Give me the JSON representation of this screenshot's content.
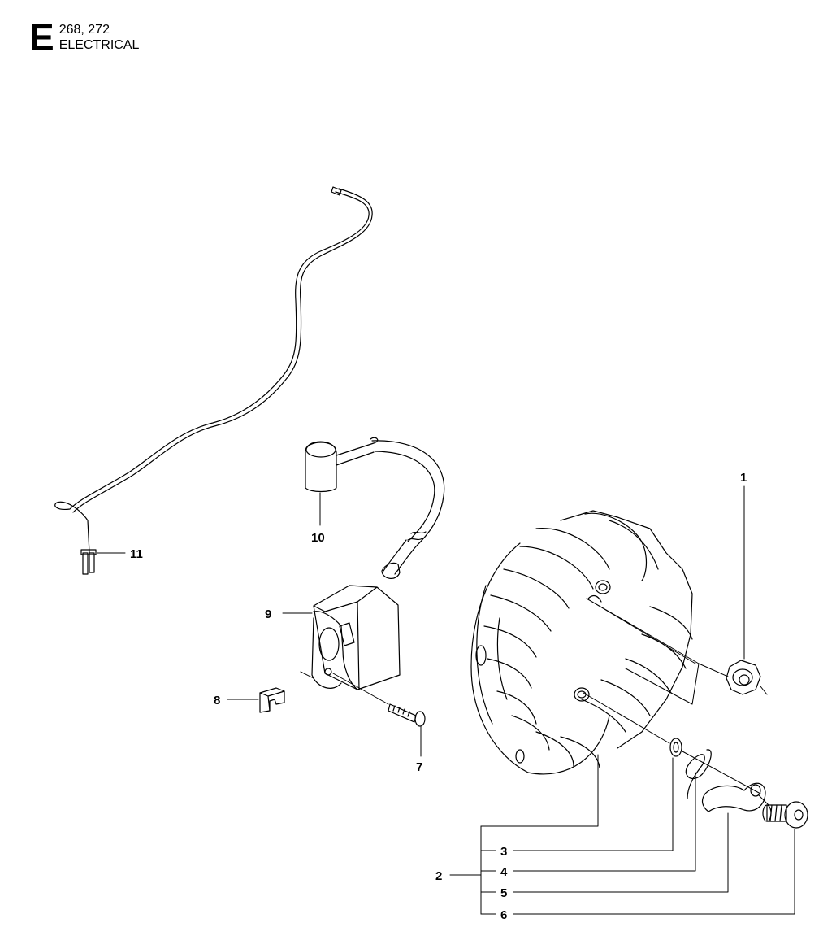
{
  "header": {
    "section_letter": "E",
    "models": "268, 272",
    "title": "ELECTRICAL"
  },
  "callouts": {
    "c1": "1",
    "c2": "2",
    "c3": "3",
    "c4": "4",
    "c5": "5",
    "c6": "6",
    "c7": "7",
    "c8": "8",
    "c9": "9",
    "c10": "10",
    "c11": "11"
  }
}
